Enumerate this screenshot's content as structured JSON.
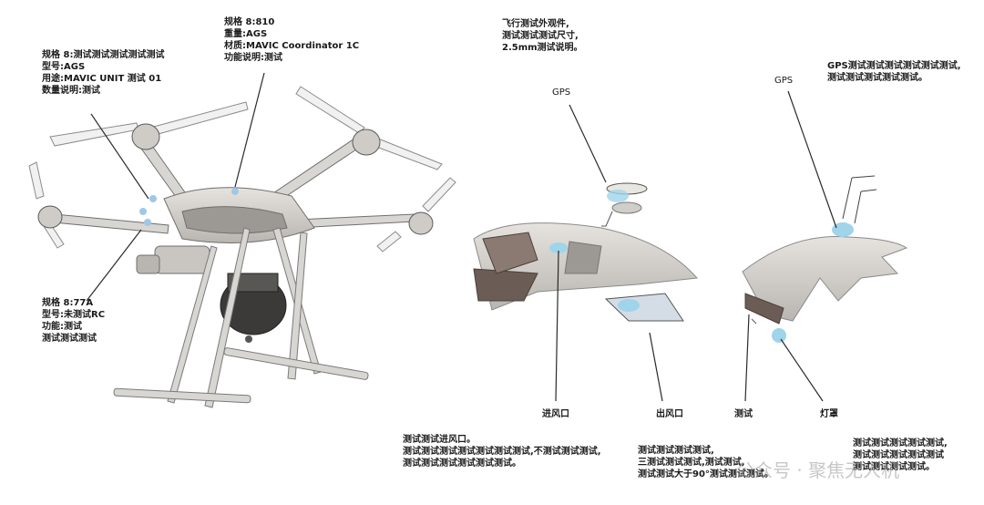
{
  "drone": {
    "callout_top": [
      "规格 8:810",
      "重量:AGS",
      "材质:MAVIC Coordinator 1C",
      "功能说明:测试"
    ],
    "callout_left": [
      "规格 8:测试测试测试测试测试",
      "型号:AGS",
      "用途:MAVIC UNIT 测试 01",
      "数量说明:测试"
    ],
    "callout_bottom": [
      "规格 8:77A",
      "型号:未测试RC",
      "功能:测试",
      "测试测试测试"
    ]
  },
  "middle": {
    "note_top": [
      "飞行测试外观件,",
      "测试测试测试尺寸,",
      "2.5mm测试说明。"
    ],
    "gps_label": "GPS",
    "label_in": "进风口",
    "label_out": "出风口",
    "note_bottom": [
      "测试测试进风口。",
      "测试测试测试测试测试测试测试,不测试测试测试,",
      "测试测试测试测试测试测试。"
    ]
  },
  "right": {
    "note_top": [
      "GPS测试测试测试测试测试测试,",
      "测试测试测试测试测试。"
    ],
    "gps_label": "GPS",
    "label_a": "测试",
    "label_b": "灯罩",
    "note_bottom_mid": [
      "测试测试测试测试,",
      "三测试测试测试,测试测试,",
      "测试测试大于90°测试测试测试。"
    ],
    "note_bottom_right": [
      "测试测试测试测试测试,",
      "测试测试测试测试测试",
      "测试测试测试测试。"
    ]
  },
  "watermark": "公众号 · 聚焦无人机"
}
